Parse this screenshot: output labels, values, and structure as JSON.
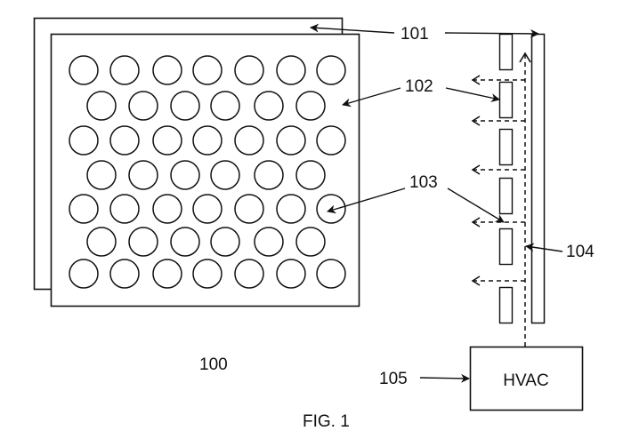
{
  "figure": {
    "caption": "FIG. 1",
    "system_label": "100",
    "hvac_label": "HVAC",
    "callouts": {
      "panel": "101",
      "array": "102",
      "vents": "103",
      "duct": "104",
      "hvac": "105"
    },
    "circle_rows": [
      7,
      6,
      7,
      6,
      7,
      6,
      7
    ],
    "vent_slot_count": 6,
    "airflow_arrow_count": 5,
    "line_color": "#111111",
    "background_color": "#ffffff"
  }
}
